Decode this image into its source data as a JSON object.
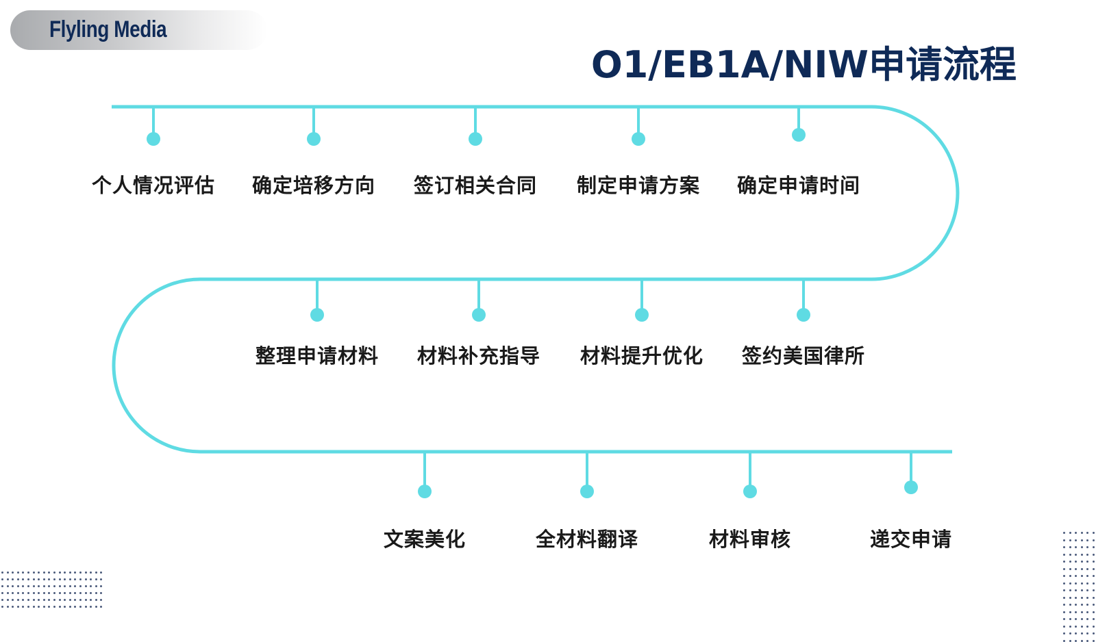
{
  "brand": {
    "name": "Flyling Media"
  },
  "title": "O1/EB1A/NIW申请流程",
  "colors": {
    "line": "#5fdbe3",
    "title": "#0f2a57",
    "label": "#1a1a1a"
  },
  "steps": [
    {
      "label": "个人情况评估"
    },
    {
      "label": "确定培移方向"
    },
    {
      "label": "签订相关合同"
    },
    {
      "label": "制定申请方案"
    },
    {
      "label": "确定申请时间"
    },
    {
      "label": "整理申请材料"
    },
    {
      "label": "材料补充指导"
    },
    {
      "label": "材料提升优化"
    },
    {
      "label": "签约美国律所"
    },
    {
      "label": "文案美化"
    },
    {
      "label": "全材料翻译"
    },
    {
      "label": "材料审核"
    },
    {
      "label": "递交申请"
    }
  ]
}
